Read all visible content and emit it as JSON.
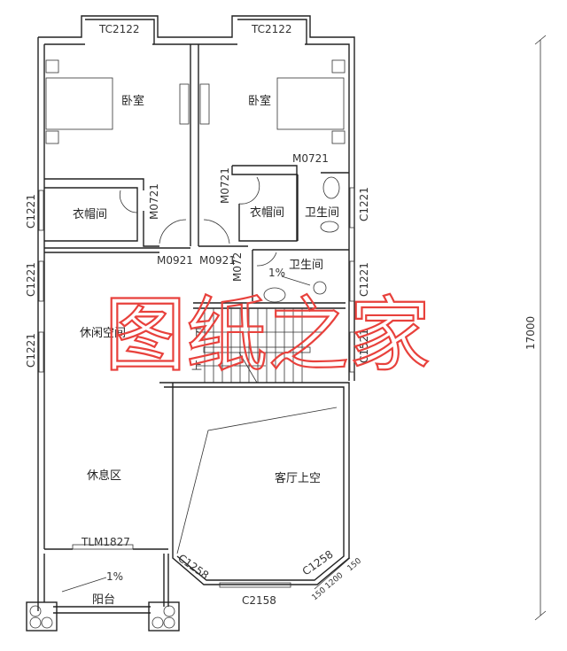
{
  "rooms": {
    "bedroom_left": "卧室",
    "bedroom_right": "卧室",
    "closet_left": "衣帽间",
    "closet_right": "衣帽间",
    "bath_upper": "卫生间",
    "bath_lower": "卫生间",
    "leisure": "休闲空间",
    "rest_area": "休息区",
    "living_void": "客厅上空",
    "balcony": "阳台"
  },
  "labels": {
    "tc_left": "TC2122",
    "tc_right": "TC2122",
    "m0721_a": "M0721",
    "m0721_b": "M0721",
    "m0721_c": "M0721",
    "m0721_d": "M072",
    "m0921_a": "M0921",
    "m0921_b": "M0921",
    "c1221_l1": "C1221",
    "c1221_l2": "C1221",
    "c1221_l3": "C1221",
    "c1221_r1": "C1221",
    "c1221_r2": "C1221",
    "c1521": "C1521",
    "tlm1827": "TLM1827",
    "c1258_a": "C1258",
    "c1258_b": "C1258",
    "c2158": "C2158",
    "slope_bath": "1%",
    "slope_balcony": "1%",
    "stair_down": "下",
    "stair_up": "上",
    "dim_150a": "150",
    "dim_1200": "1200",
    "dim_150b": "150",
    "dim_total": "17000"
  },
  "watermark": "图纸之家",
  "colors": {
    "lines": "#222222",
    "watermark": "#e8413c"
  }
}
